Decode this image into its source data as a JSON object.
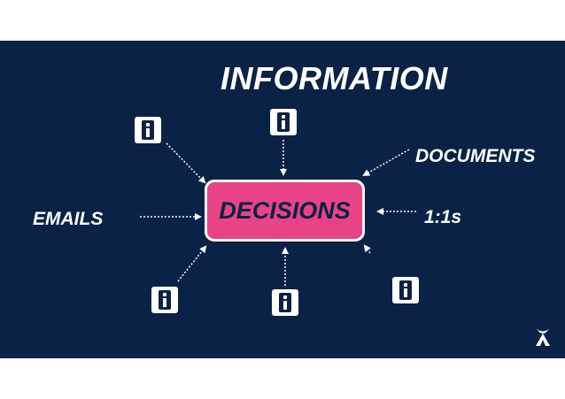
{
  "diagram": {
    "title": "INFORMATION",
    "center_label": "DECISIONS",
    "inputs": {
      "emails": "EMAILS",
      "documents": "DOCUMENTS",
      "one_on_ones": "1:1s"
    },
    "info_icon": "info-icon",
    "logo_icon": "atlassian-logo-icon"
  },
  "colors": {
    "background": "#0a2246",
    "text": "#ffffff",
    "decision_fill": "#e84386",
    "decision_text": "#0a2246",
    "arrow": "#ffffff"
  }
}
